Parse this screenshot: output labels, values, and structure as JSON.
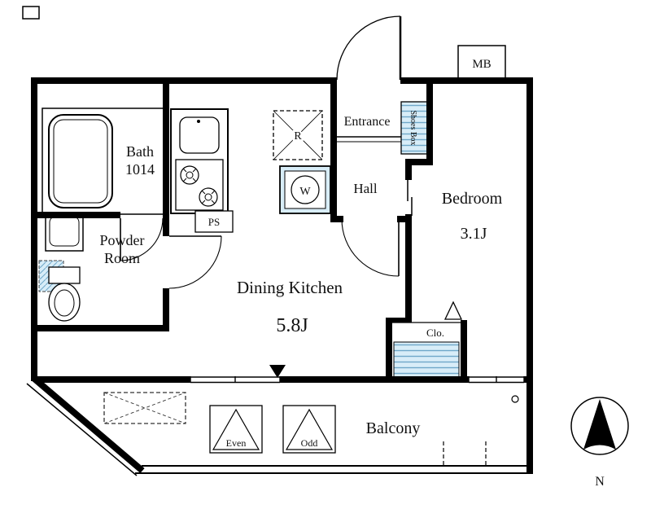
{
  "floorplan": {
    "bath": {
      "name": "Bath",
      "size": "1014"
    },
    "powder_room": {
      "line1": "Powder",
      "line2": "Room"
    },
    "pipe_space": "PS",
    "refrigerator": "R",
    "washer": "W",
    "entrance": "Entrance",
    "shoes_box": "Shoes Box",
    "hall": "Hall",
    "bedroom": {
      "name": "Bedroom",
      "size": "3.1J"
    },
    "dining_kitchen": {
      "name": "Dining Kitchen",
      "size": "5.8J"
    },
    "closet": "Clo.",
    "balcony": "Balcony",
    "meter_box": "MB",
    "even_label": "Even",
    "odd_label": "Odd",
    "compass": "N",
    "colors": {
      "wall": "#000000",
      "fixture_fill": "#d8edf8",
      "hatch_line": "#6fa8c9"
    }
  }
}
